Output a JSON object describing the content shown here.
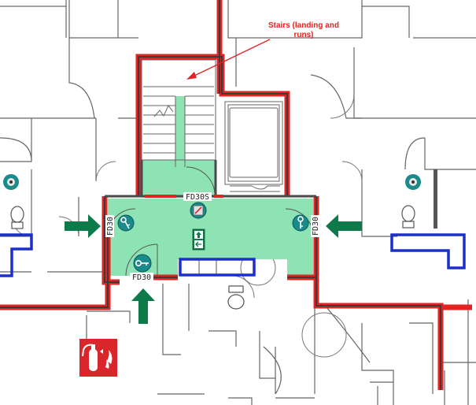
{
  "annotation": {
    "text": "Stairs (landing and runs)"
  },
  "door_labels": {
    "top_stair_door": "FD30S",
    "left_door": "FD30",
    "right_door": "FD30",
    "bottom_door": "FD30"
  },
  "icons": {
    "fire_exit_sign": "fire-exit-sign-icon",
    "key_left": "key-icon",
    "key_right": "key-icon",
    "key_bottom": "key-icon",
    "call_point": "fire-alarm-call-point-icon",
    "extinguisher": "fire-extinguisher-sign-icon",
    "arrow_left": "arrow-right-icon",
    "arrow_right": "arrow-left-icon",
    "arrow_bottom": "arrow-up-icon"
  },
  "colors": {
    "fire_barrier": "#e32222",
    "wall": "#555555",
    "protected_area": "#8ee3b4",
    "escape_arrow": "#0e7a4a",
    "key_disc": "#1a8a8a",
    "blue_partition": "#1b2fc9",
    "extinguisher_bg": "#d9262b"
  }
}
